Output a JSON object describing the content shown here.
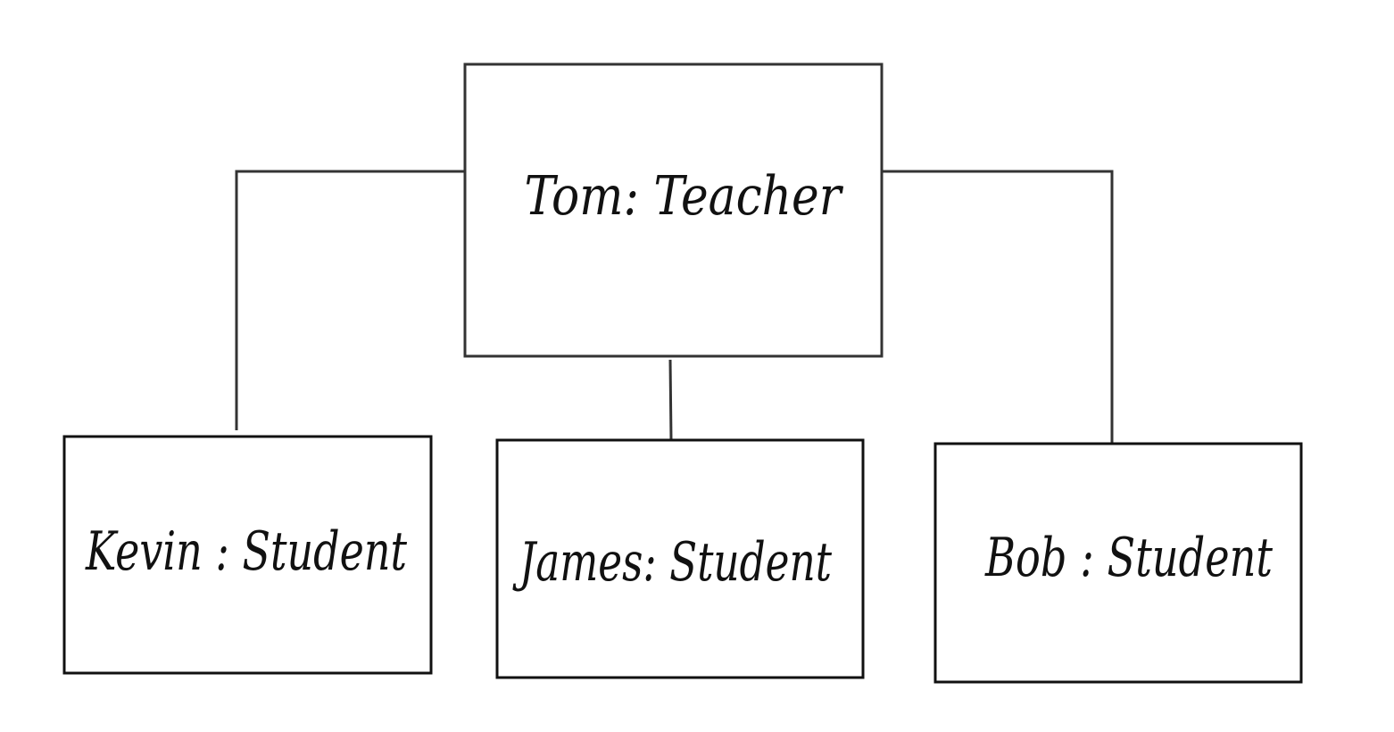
{
  "diagram": {
    "root": {
      "label": "Tom: Teacher"
    },
    "children": [
      {
        "label": "Kevin : Student"
      },
      {
        "label": "James: Student"
      },
      {
        "label": "Bob : Student"
      }
    ]
  },
  "colors": {
    "stroke": "#333333",
    "text": "#111111",
    "background": "#ffffff"
  }
}
